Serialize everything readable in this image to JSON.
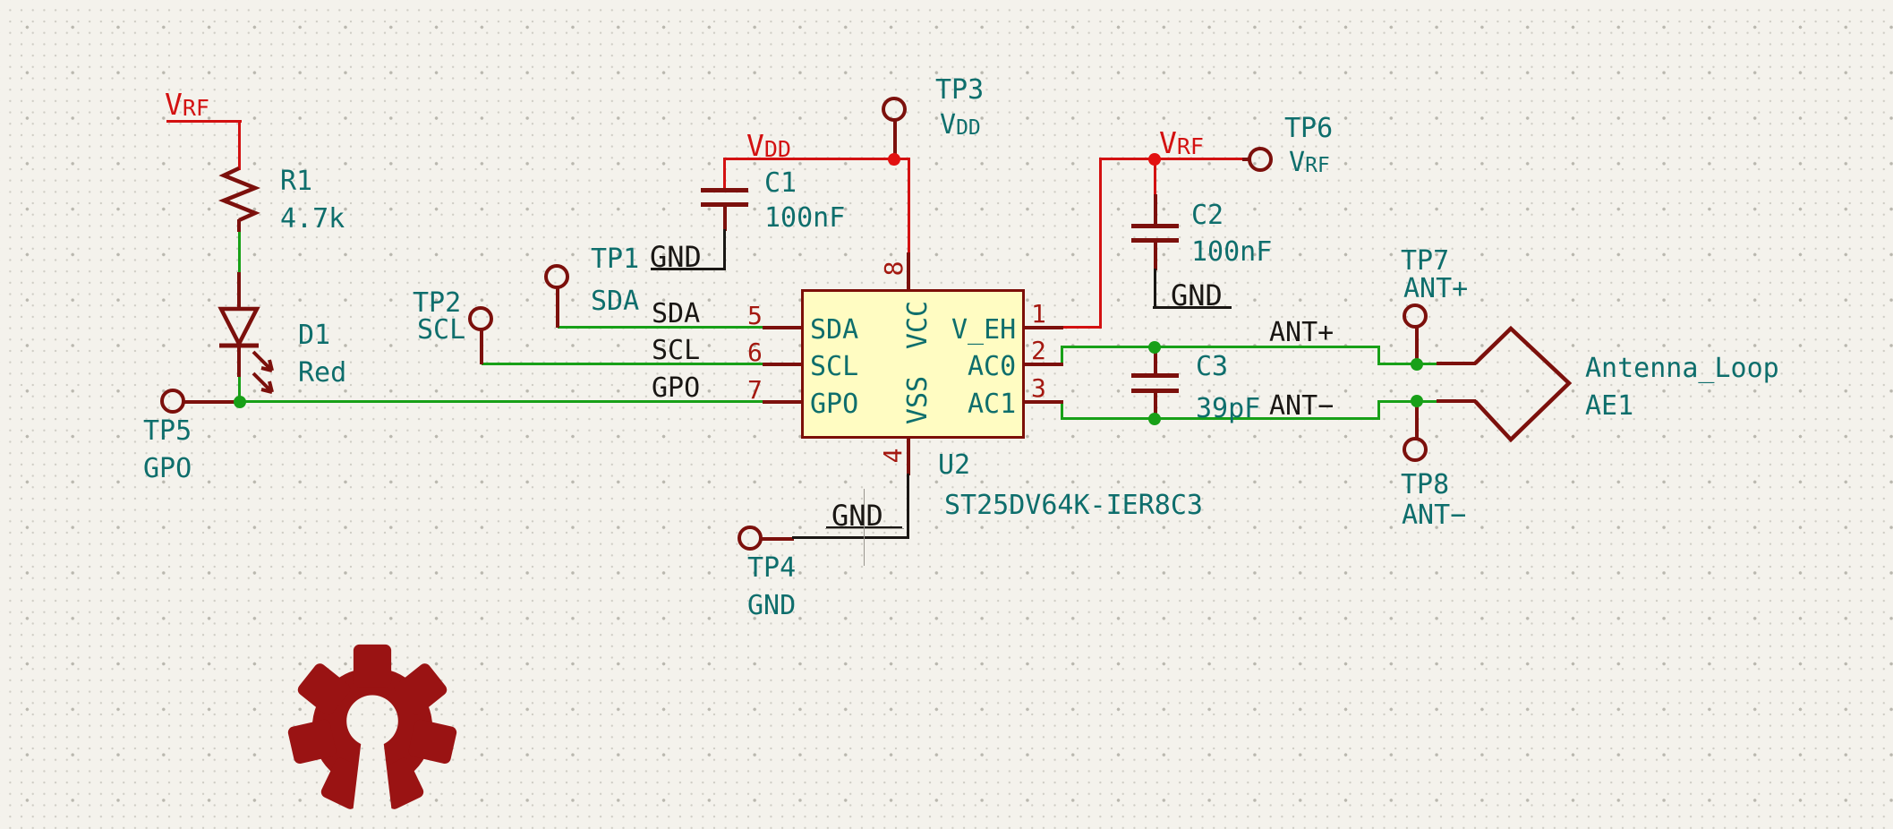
{
  "colors": {
    "background": "#f4f2ec",
    "wire_green": "#18a018",
    "power_red": "#d31111",
    "symbol_maroon": "#7c100c",
    "pin_number_red": "#a41810",
    "field_teal": "#0e6e6c",
    "net_label_black": "#1a1714",
    "ic_fill": "#fffcc2",
    "logo_red": "#9a1313"
  },
  "power_labels": {
    "vrf_left": {
      "base": "V",
      "sub": "RF"
    },
    "vdd": {
      "base": "V",
      "sub": "DD"
    },
    "vrf_right": {
      "base": "V",
      "sub": "RF"
    }
  },
  "components": {
    "r1": {
      "reference": "R1",
      "value": "4.7k"
    },
    "d1": {
      "reference": "D1",
      "value": "Red"
    },
    "c1": {
      "reference": "C1",
      "value": "100nF"
    },
    "c2": {
      "reference": "C2",
      "value": "100nF"
    },
    "c3": {
      "reference": "C3",
      "value": "39pF"
    },
    "ae1": {
      "reference": "AE1",
      "value": "Antenna_Loop"
    },
    "u2": {
      "reference": "U2",
      "value": "ST25DV64K-IER8C3",
      "pins": [
        {
          "number": "1",
          "name": "V_EH"
        },
        {
          "number": "2",
          "name": "AC0"
        },
        {
          "number": "3",
          "name": "AC1"
        },
        {
          "number": "4",
          "name": "VSS"
        },
        {
          "number": "5",
          "name": "SDA"
        },
        {
          "number": "6",
          "name": "SCL"
        },
        {
          "number": "7",
          "name": "GPO"
        },
        {
          "number": "8",
          "name": "VCC"
        }
      ]
    }
  },
  "test_points": {
    "tp1": {
      "reference": "TP1",
      "net": "SDA"
    },
    "tp2": {
      "reference": "TP2",
      "net": "SCL"
    },
    "tp3": {
      "reference": "TP3",
      "net_base": "V",
      "net_sub": "DD"
    },
    "tp4": {
      "reference": "TP4",
      "net": "GND"
    },
    "tp5": {
      "reference": "TP5",
      "net": "GPO"
    },
    "tp6": {
      "reference": "TP6",
      "net_base": "V",
      "net_sub": "RF"
    },
    "tp7": {
      "reference": "TP7",
      "net": "ANT+"
    },
    "tp8": {
      "reference": "TP8",
      "net": "ANT−"
    }
  },
  "net_labels": {
    "sda": "SDA",
    "scl": "SCL",
    "gpo": "GPO",
    "gnd": "GND",
    "ant_plus": "ANT+",
    "ant_minus": "ANT−"
  }
}
